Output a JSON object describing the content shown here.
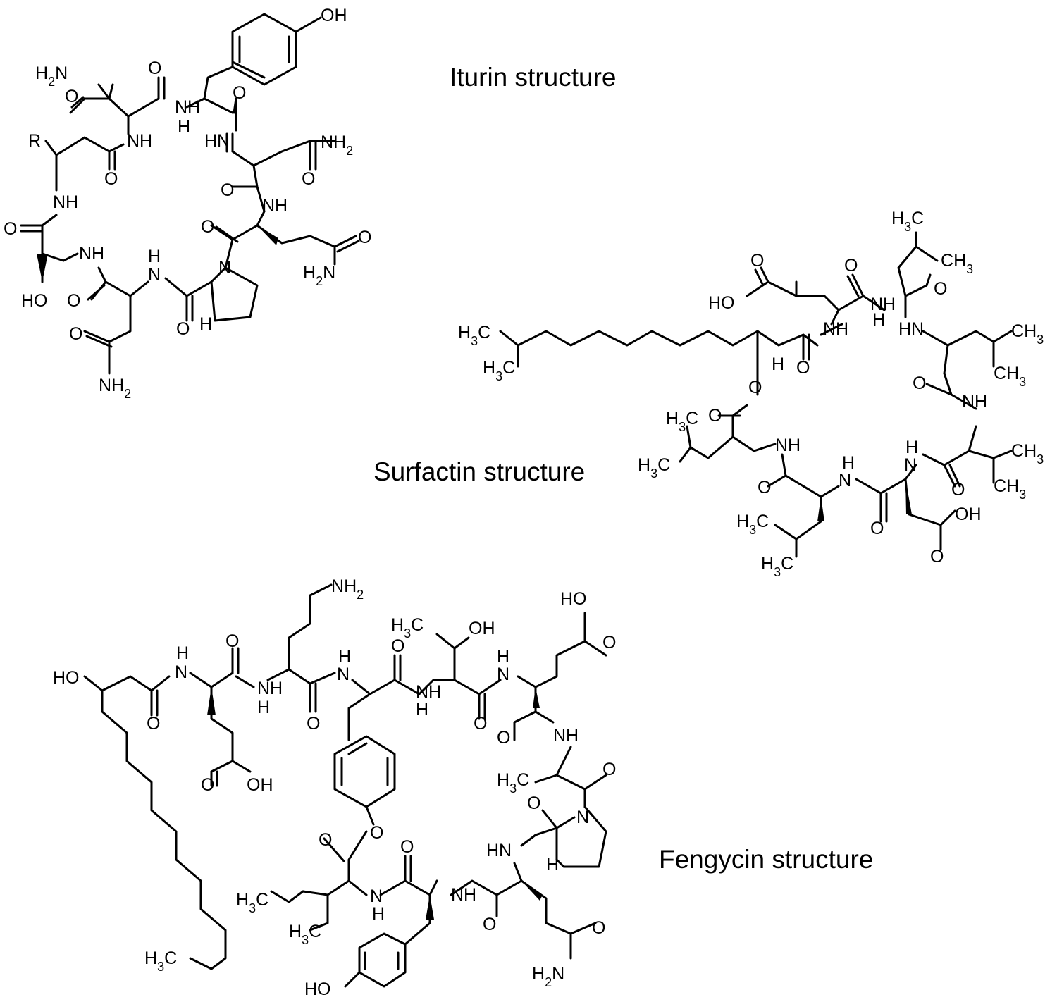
{
  "labels": {
    "iturin": "Iturin structure",
    "surfactin": "Surfactin structure",
    "fengycin": "Fengycin structure"
  },
  "atoms": {
    "oh": "OH",
    "ho": "HO",
    "nh": "NH",
    "hn": "HN",
    "n": "N",
    "h": "H",
    "o": "O",
    "nh2": "NH2",
    "h2n": "H2N",
    "ch3": "CH3",
    "h3c": "H3C",
    "r": "R"
  }
}
